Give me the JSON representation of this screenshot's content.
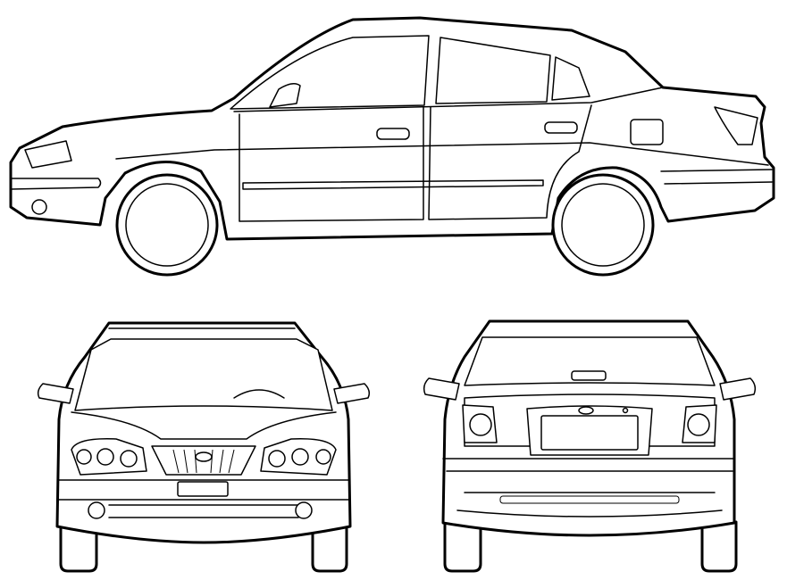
{
  "drawing": {
    "views": [
      "side",
      "front",
      "rear"
    ],
    "line_color": "#000000",
    "background_color": "#ffffff",
    "style": "black line-art outline, white fill"
  }
}
